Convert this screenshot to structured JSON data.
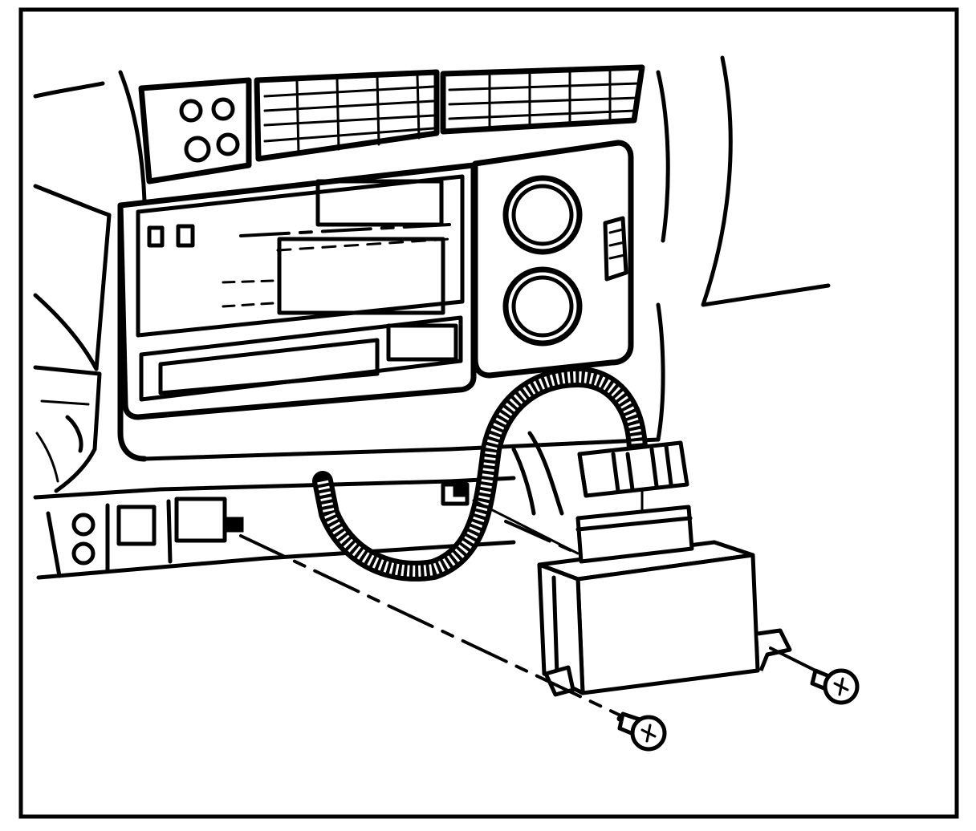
{
  "figure": {
    "parts": [
      "dashboard-panel",
      "air-vents",
      "radio-head-unit",
      "gauge-pods",
      "wiring-harness",
      "connector-plug",
      "control-module",
      "mounting-screws"
    ],
    "colors": {
      "line": "#000000",
      "background": "#ffffff"
    }
  }
}
